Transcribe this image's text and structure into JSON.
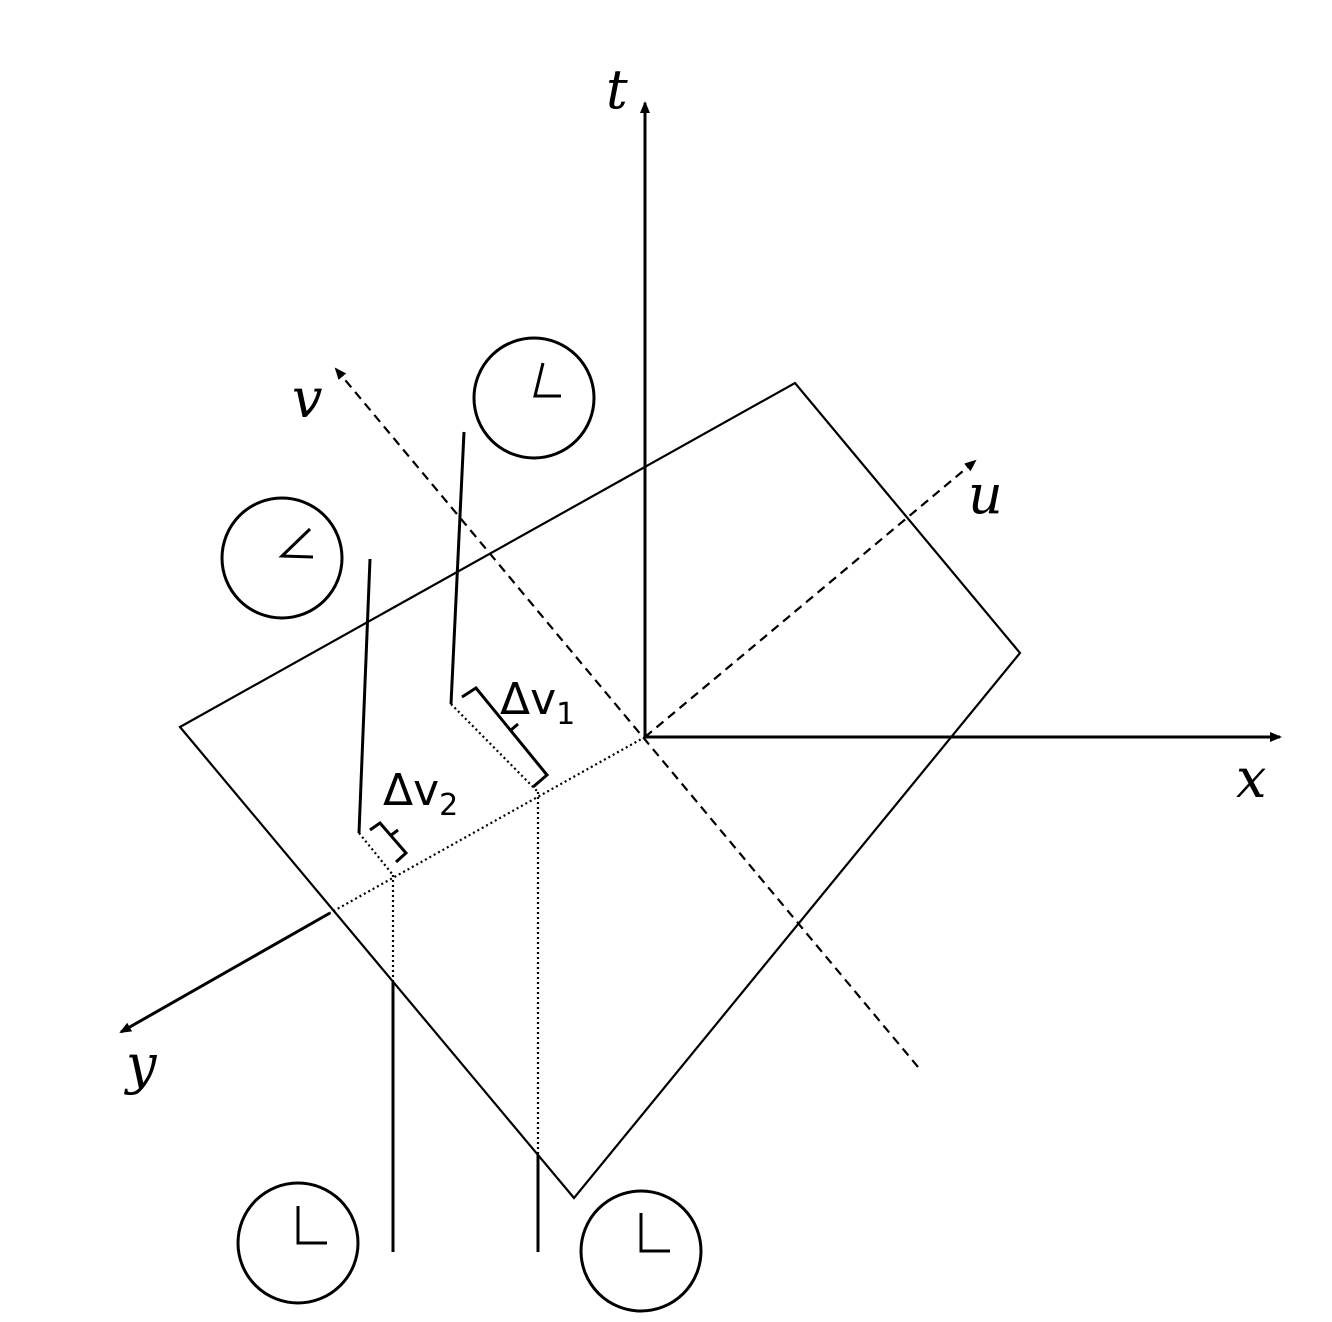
{
  "axes": {
    "t": "t",
    "x": "x",
    "y": "y",
    "u": "u",
    "v": "v"
  },
  "labels": {
    "delta_v1": {
      "base": "Δv",
      "sub": "1"
    },
    "delta_v2": {
      "base": "Δv",
      "sub": "2"
    }
  },
  "clocks": [
    {
      "id": "clock-top-left",
      "hands": "tilted-left"
    },
    {
      "id": "clock-top-right",
      "hands": "tilted-up"
    },
    {
      "id": "clock-bottom-left",
      "hands": "upright"
    },
    {
      "id": "clock-bottom-right",
      "hands": "upright"
    }
  ],
  "colors": {
    "stroke": "#000000",
    "background": "#ffffff"
  }
}
